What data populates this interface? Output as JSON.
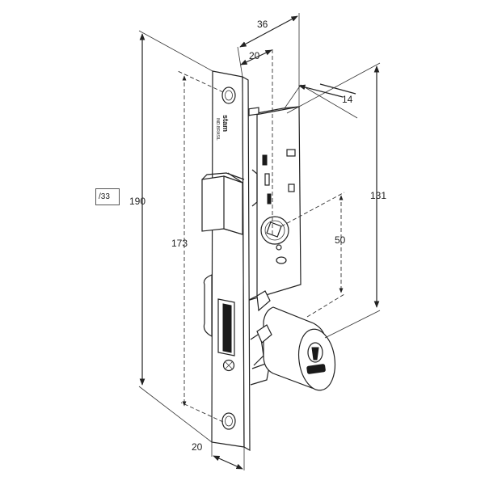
{
  "drawing": {
    "reference_tag": "/33",
    "dimensions": {
      "overall_height": "190",
      "screw_centers": "173",
      "backset_total": "36",
      "backset": "20",
      "case_depth": "14",
      "latch_to_cylinder": "131",
      "handle_to_cylinder": "50",
      "faceplate_width": "20"
    },
    "brand": {
      "logo": "stam",
      "sub": "IND.BRASIL"
    }
  }
}
